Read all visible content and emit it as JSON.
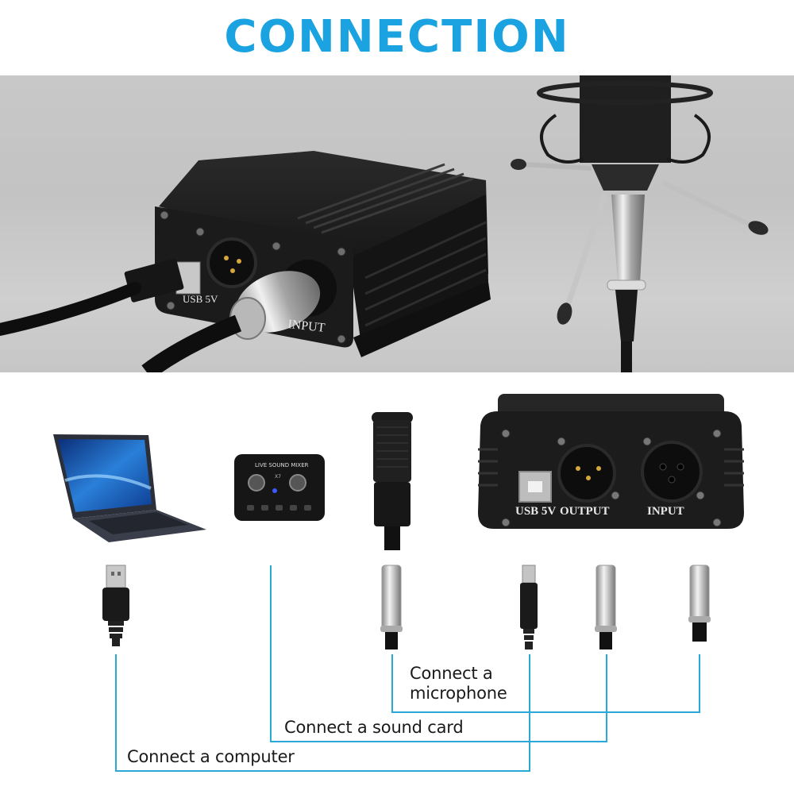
{
  "title": "CONNECTION",
  "colors": {
    "title": "#1aa3e0",
    "connector_lines": "#2aa8d8",
    "photo_background": "#c6c6c6",
    "device_body": "#1e1e1e"
  },
  "photo": {
    "device_labels": {
      "usb": "USB 5V",
      "input": "INPUT"
    }
  },
  "devices": [
    {
      "name": "laptop",
      "icon": "laptop-icon"
    },
    {
      "name": "sound card",
      "icon": "sound-card-icon",
      "text": "LIVE SOUND MIXER",
      "model": "X7"
    },
    {
      "name": "microphone",
      "icon": "microphone-icon"
    },
    {
      "name": "phantom power supply",
      "icon": "phantom-power-icon",
      "port_labels": {
        "usb": "USB 5V",
        "output": "OUTPUT",
        "input": "INPUT"
      }
    }
  ],
  "connectors": [
    {
      "type": "USB-A",
      "icon": "usb-a-plug-icon"
    },
    {
      "type": "XLR female",
      "icon": "xlr-female-plug-icon"
    },
    {
      "type": "USB-B",
      "icon": "usb-b-plug-icon"
    },
    {
      "type": "XLR female",
      "icon": "xlr-female-plug-icon"
    },
    {
      "type": "XLR male",
      "icon": "xlr-male-plug-icon"
    }
  ],
  "labels": {
    "microphone_line1": "Connect a",
    "microphone_line2": "microphone",
    "sound_card": "Connect a sound card",
    "computer": "Connect a computer"
  }
}
